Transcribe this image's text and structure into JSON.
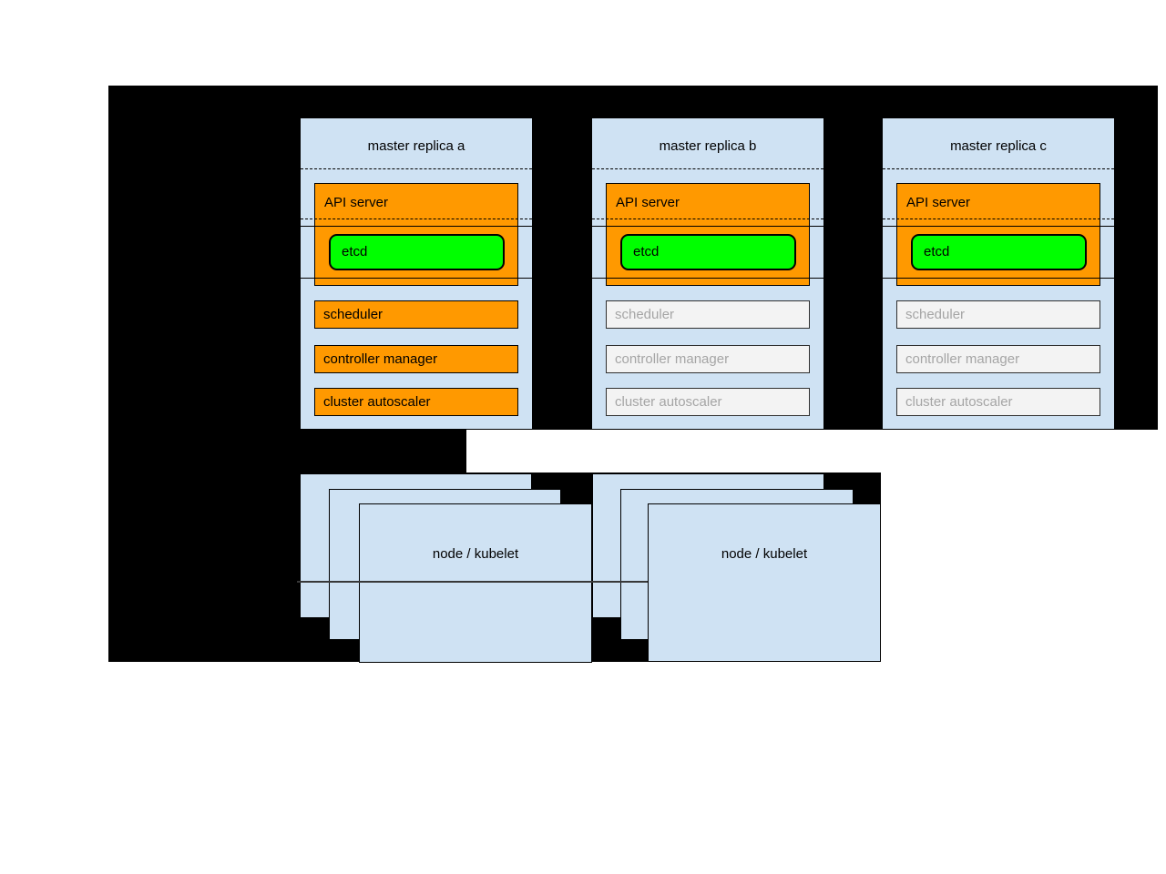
{
  "masters": [
    {
      "title": "master replica a",
      "api_server_label": "API server",
      "etcd_label": "etcd",
      "components": [
        {
          "label": "scheduler",
          "state": "active"
        },
        {
          "label": "controller manager",
          "state": "active"
        },
        {
          "label": "cluster autoscaler",
          "state": "active"
        }
      ]
    },
    {
      "title": "master replica b",
      "api_server_label": "API server",
      "etcd_label": "etcd",
      "components": [
        {
          "label": "scheduler",
          "state": "inactive"
        },
        {
          "label": "controller manager",
          "state": "inactive"
        },
        {
          "label": "cluster autoscaler",
          "state": "inactive"
        }
      ]
    },
    {
      "title": "master replica c",
      "api_server_label": "API server",
      "etcd_label": "etcd",
      "components": [
        {
          "label": "scheduler",
          "state": "inactive"
        },
        {
          "label": "controller manager",
          "state": "inactive"
        },
        {
          "label": "cluster autoscaler",
          "state": "inactive"
        }
      ]
    }
  ],
  "nodes": [
    {
      "label": "node / kubelet"
    },
    {
      "label": "node / kubelet"
    }
  ],
  "colors": {
    "backdrop": "#000000",
    "panel_blue": "#cfe2f3",
    "active_orange": "#ff9900",
    "etcd_green": "#00ff00",
    "inactive_fill": "#f3f3f3",
    "inactive_text": "#a5a5a5"
  }
}
